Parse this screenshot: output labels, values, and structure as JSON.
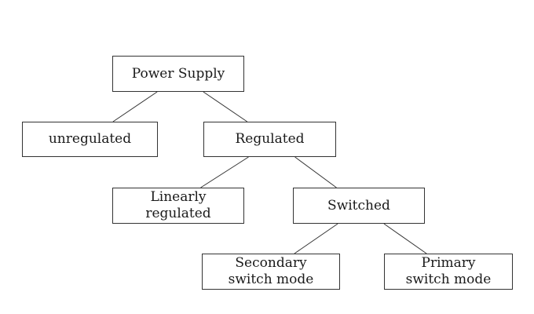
{
  "diagram": {
    "nodes": {
      "power_supply": {
        "label": "Power Supply"
      },
      "unregulated": {
        "label": "unregulated"
      },
      "regulated": {
        "label": "Regulated"
      },
      "linearly_regulated": {
        "lines": [
          "Linearly",
          "regulated"
        ]
      },
      "switched": {
        "label": "Switched"
      },
      "secondary_switch_mode": {
        "lines": [
          "Secondary",
          "switch mode"
        ]
      },
      "primary_switch_mode": {
        "lines": [
          "Primary",
          "switch mode"
        ]
      }
    },
    "edges": [
      [
        "power_supply",
        "unregulated"
      ],
      [
        "power_supply",
        "regulated"
      ],
      [
        "regulated",
        "linearly_regulated"
      ],
      [
        "regulated",
        "switched"
      ],
      [
        "switched",
        "secondary_switch_mode"
      ],
      [
        "switched",
        "primary_switch_mode"
      ]
    ],
    "colors": {
      "background": "#ffffff",
      "border": "#333333",
      "text": "#1a1a1a"
    }
  }
}
